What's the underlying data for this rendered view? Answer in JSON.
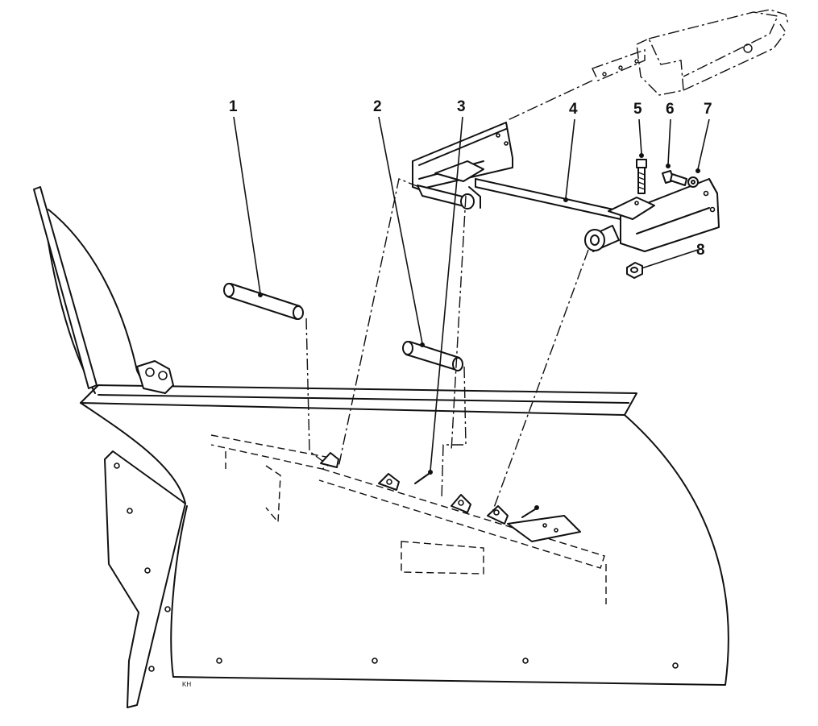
{
  "callouts": [
    {
      "id": "1",
      "label": "1"
    },
    {
      "id": "2",
      "label": "2"
    },
    {
      "id": "3",
      "label": "3"
    },
    {
      "id": "4",
      "label": "4"
    },
    {
      "id": "5",
      "label": "5"
    },
    {
      "id": "6",
      "label": "6"
    },
    {
      "id": "7",
      "label": "7"
    },
    {
      "id": "8",
      "label": "8"
    }
  ],
  "artist_mark": "KH",
  "colors": {
    "ink": "#111111",
    "paper": "#ffffff"
  }
}
